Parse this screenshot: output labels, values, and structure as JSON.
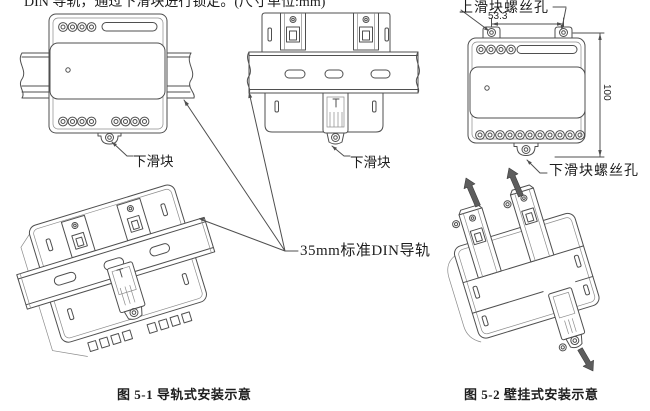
{
  "colors": {
    "line": "#4f4f4f",
    "text": "#1d1d1d",
    "background": "#ffffff"
  },
  "note_top": "DIN 导轨，通过下滑块进行锁定。(尺寸单位:mm)",
  "figure_rail": {
    "caption": "图 5-1 导轨式安装示意",
    "front_view_slider_label": "下滑块",
    "rear_view_slider_label": "下滑块",
    "din_rail_label": "35mm标准DIN导轨"
  },
  "figure_wall": {
    "caption": "图 5-2 壁挂式安装示意",
    "upper_slider_screw_holes_label": "上滑块螺丝孔",
    "lower_slider_screw_hole_label": "下滑块螺丝孔",
    "hole_spacing_dimension": "53.3",
    "device_height_dimension": "100"
  }
}
